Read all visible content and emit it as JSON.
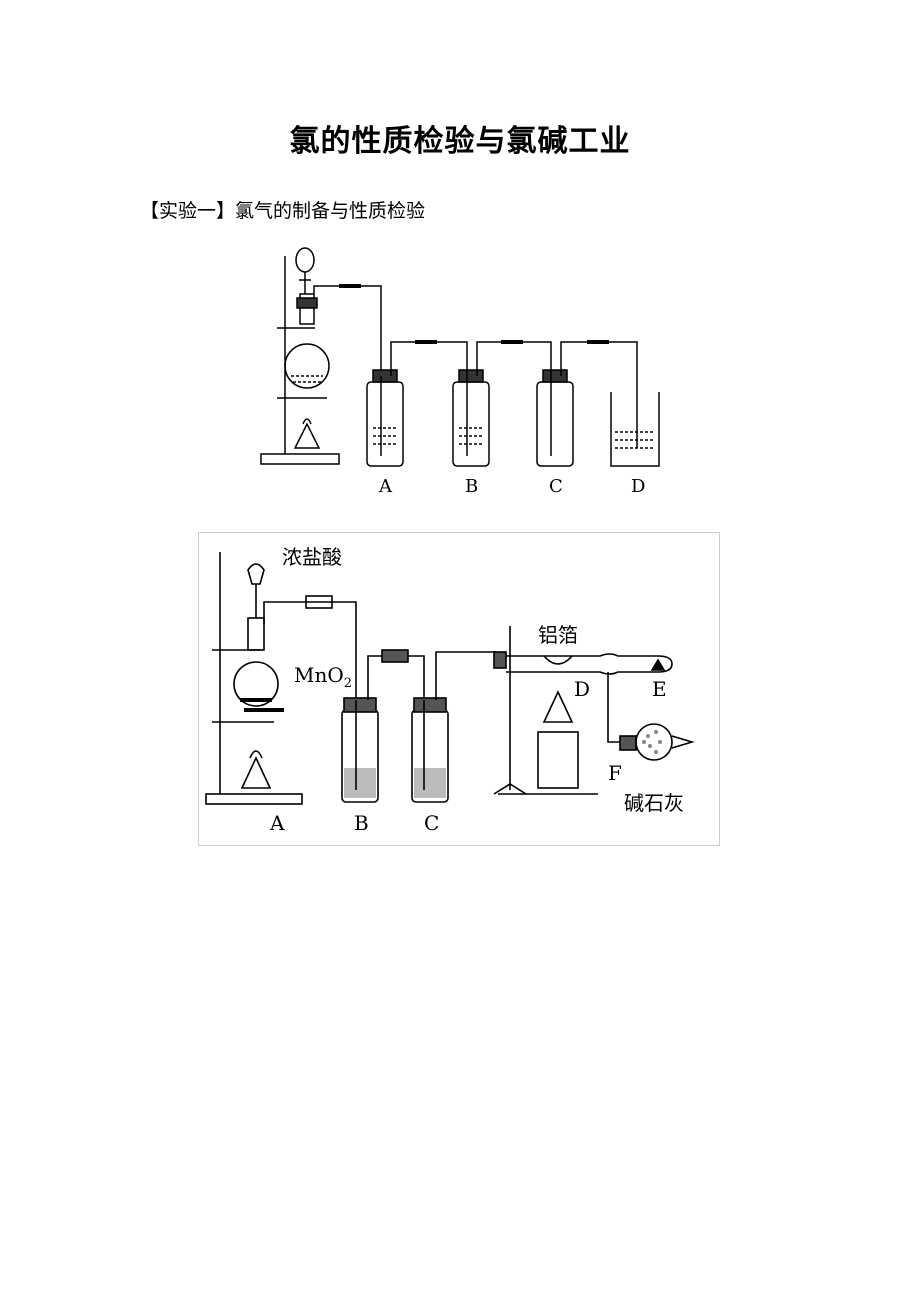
{
  "page": {
    "title": "氯的性质检验与氯碱工业",
    "section_heading": "【实验一】氯气的制备与性质检验"
  },
  "figure1": {
    "labels": [
      "A",
      "B",
      "C",
      "D"
    ]
  },
  "figure2": {
    "labels": {
      "conc_hcl": "浓盐酸",
      "mno2": "MnO",
      "mno2_sub": "2",
      "al_foil": "铝箔",
      "soda_lime": "碱石灰",
      "A": "A",
      "B": "B",
      "C": "C",
      "D": "D",
      "E": "E",
      "F": "F"
    }
  }
}
